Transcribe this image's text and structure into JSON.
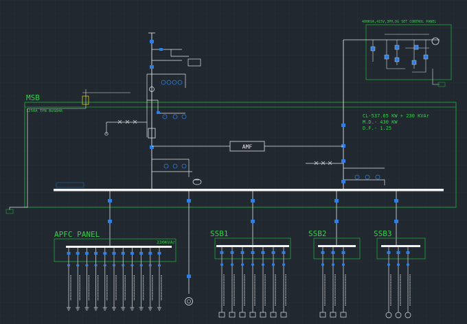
{
  "colors": {
    "background": "#212830",
    "grid": "#2b333c",
    "wire": "#e6e6e6",
    "panel": "#1fa83a",
    "panel_text": "#35d04c",
    "device": "#2f7fe0",
    "annotation": "#e6e6e6",
    "tag": "#f2e600"
  },
  "labels": {
    "msb": "MSB",
    "busbar": "1250A TPN BUSBAR",
    "load_line1": "CL-537.65 KW + 230 KVAr",
    "load_line2": "M.D.- 430 KW",
    "load_line3": "D.F.- 1.25",
    "amf": "AMF",
    "dg_panel": "400KVA,415V,3PH,DG SET CONTROL PANEL",
    "apfc_panel": "APFC PANEL",
    "apfc_rating": "230KVAr",
    "ssb1": "SSB1",
    "ssb2": "SSB2",
    "ssb3": "SSB3"
  }
}
